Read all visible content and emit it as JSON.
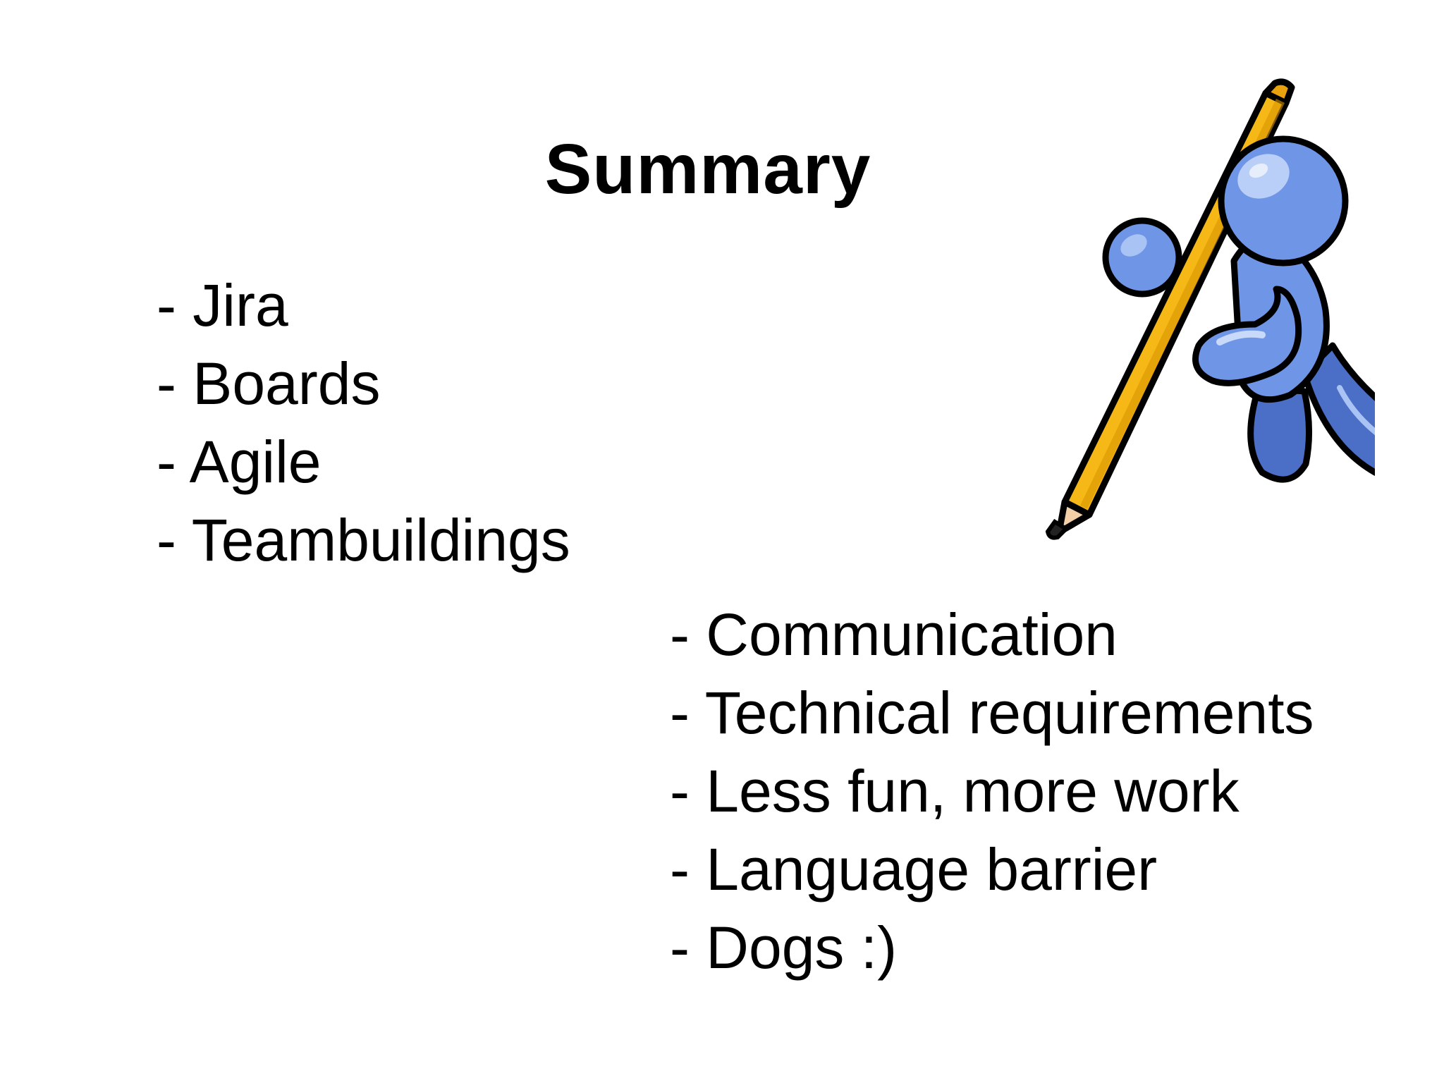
{
  "slide": {
    "title": "Summary",
    "left_items": [
      "- Jira",
      "- Boards",
      "- Agile",
      "- Teambuildings"
    ],
    "right_items": [
      "- Communication",
      "- Technical requirements",
      "- Less fun, more work",
      "- Language barrier",
      "- Dogs :)"
    ]
  },
  "clipart": {
    "icon": "pencil-figure-icon",
    "colors": {
      "figure_blue": "#6f95e6",
      "figure_dark": "#2e4f9c",
      "pencil_yellow": "#f5b816",
      "pencil_wood": "#f3cfa8",
      "outline": "#000000"
    }
  }
}
